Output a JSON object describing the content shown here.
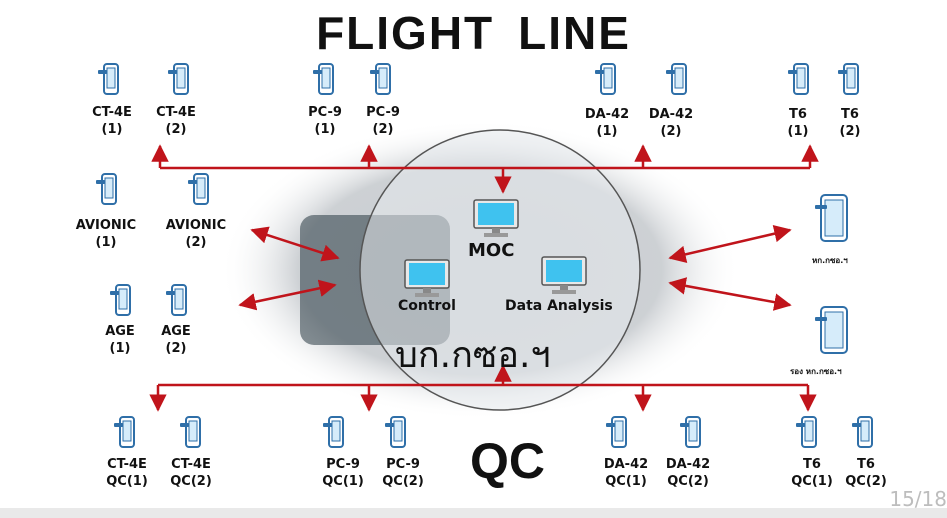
{
  "title": {
    "word1": "FLIGHT",
    "word2": "LINE"
  },
  "top_devices": [
    {
      "label": "CT-4E",
      "sub": "(1)"
    },
    {
      "label": "CT-4E",
      "sub": "(2)"
    },
    {
      "label": "PC-9",
      "sub": "(1)"
    },
    {
      "label": "PC-9",
      "sub": "(2)"
    },
    {
      "label": "DA-42",
      "sub": "(1)"
    },
    {
      "label": "DA-42",
      "sub": "(2)"
    },
    {
      "label": "T6",
      "sub": "(1)"
    },
    {
      "label": "T6",
      "sub": "(2)"
    }
  ],
  "left_devices": [
    {
      "label": "AVIONIC",
      "sub": "(1)"
    },
    {
      "label": "AVIONIC",
      "sub": "(2)"
    },
    {
      "label": "AGE",
      "sub": "(1)"
    },
    {
      "label": "AGE",
      "sub": "(2)"
    }
  ],
  "right_devices": [
    {
      "label": "หก.กซอ.ฯ"
    },
    {
      "label": "รอง หก.กซอ.ฯ"
    }
  ],
  "center": {
    "moc": "MOC",
    "control": "Control",
    "data_analysis": "Data Analysis",
    "unit": "บก.กซอ.ฯ"
  },
  "bottom_devices": [
    {
      "label": "CT-4E",
      "sub": "QC(1)"
    },
    {
      "label": "CT-4E",
      "sub": "QC(2)"
    },
    {
      "label": "PC-9",
      "sub": "QC(1)"
    },
    {
      "label": "PC-9",
      "sub": "QC(2)"
    },
    {
      "label": "DA-42",
      "sub": "QC(1)"
    },
    {
      "label": "DA-42",
      "sub": "QC(2)"
    },
    {
      "label": "T6",
      "sub": "QC(1)"
    },
    {
      "label": "T6",
      "sub": "QC(2)"
    }
  ],
  "qc_label": "QC",
  "page_number": "15/18",
  "colors": {
    "arrow": "#c0141b",
    "device": "#2f7fc1",
    "screen": "#5bc8f5"
  }
}
